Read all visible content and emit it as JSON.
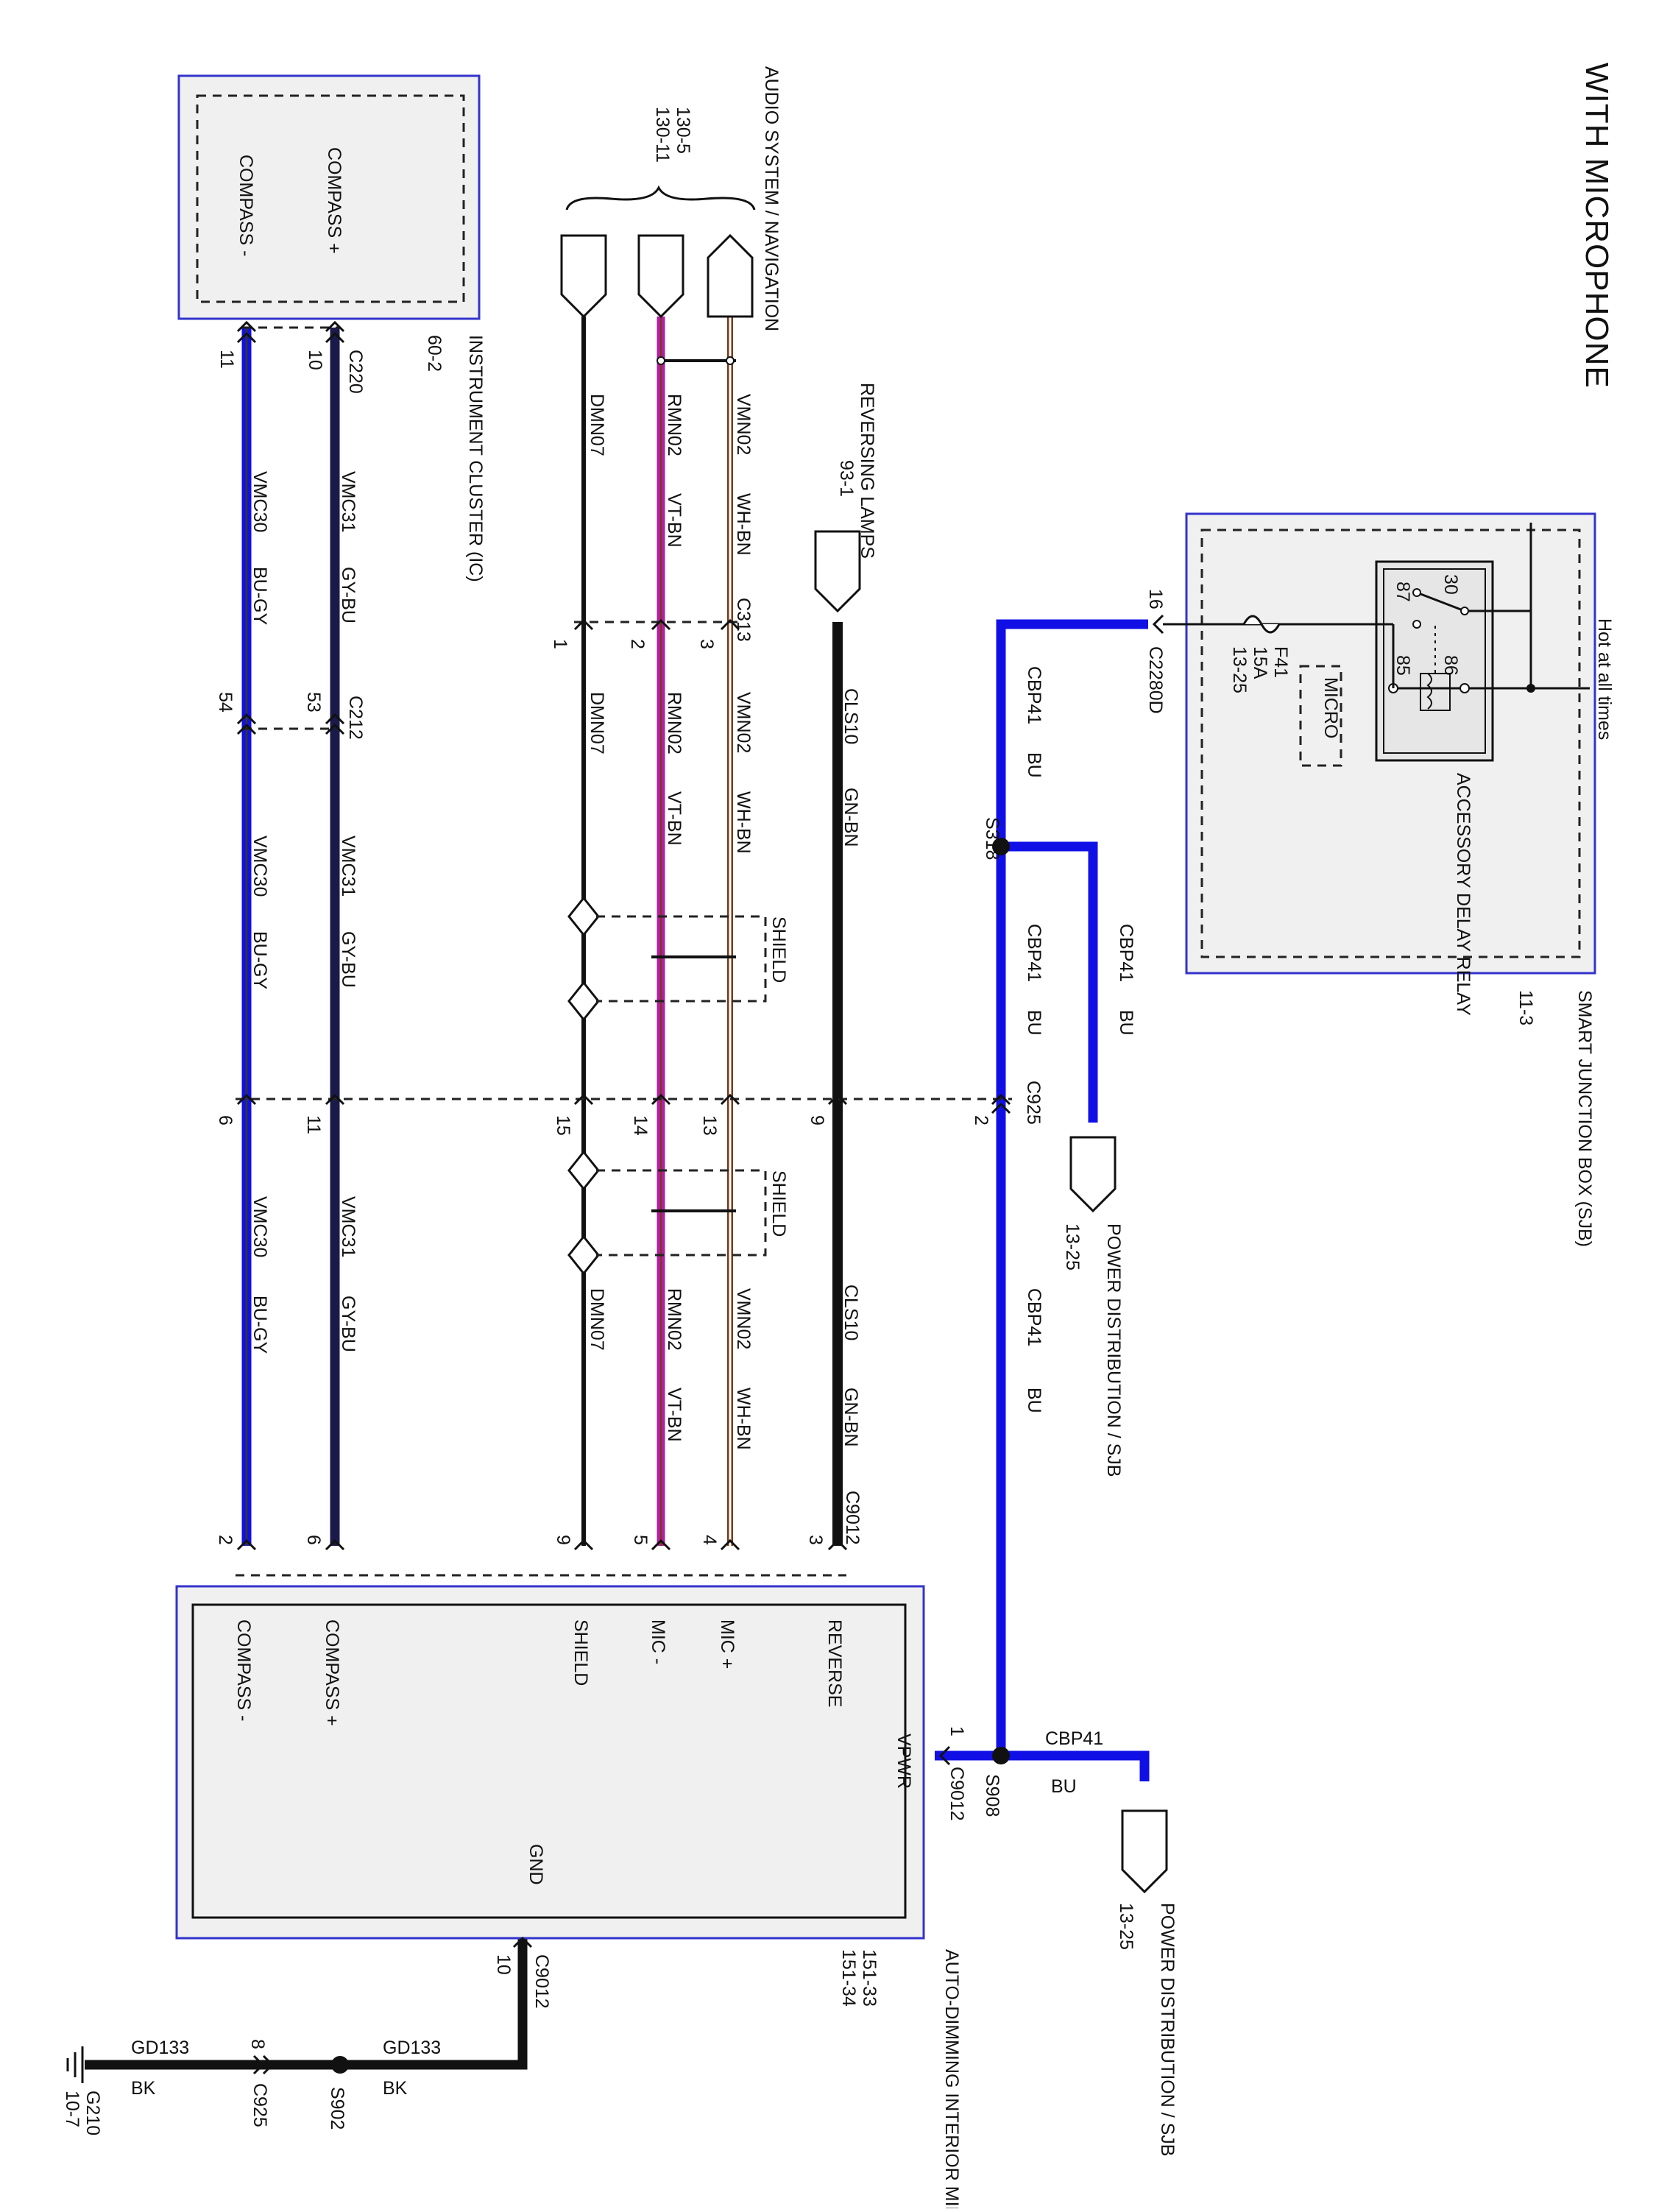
{
  "title": "WITH MICROPHONE",
  "colors": {
    "blue": "#1010e6",
    "black": "#111111",
    "violet": "#b0209f",
    "brown": "#7a3a1a",
    "box_border": "#3333cc",
    "box_fill": "#f0f0f0"
  },
  "components": {
    "sjb": {
      "name": "SMART JUNCTION BOX (SJB)",
      "ref": "11-3",
      "hot": "Hot at all times"
    },
    "relay": {
      "name": "ACCESSORY DELAY RELAY",
      "micro": "MICRO",
      "pins": [
        "30",
        "87",
        "85",
        "86"
      ]
    },
    "fuse": {
      "id": "F41",
      "amps": "15A",
      "ref": "13-25"
    },
    "reversing_lamps": {
      "name": "REVERSING LAMPS",
      "ref": "93-1"
    },
    "audio": {
      "name": "AUDIO SYSTEM / NAVIGATION",
      "refs": [
        "130-5",
        "130-11"
      ]
    },
    "cluster": {
      "name": "INSTRUMENT CLUSTER (IC)",
      "ref": "60-2",
      "pins": [
        "COMPASS +",
        "COMPASS -"
      ]
    },
    "mirror": {
      "name": "AUTO-DIMMING INTERIOR MIRROR UNIT",
      "refs": [
        "151-33",
        "151-34"
      ],
      "pins": [
        "REVERSE",
        "MIC +",
        "MIC -",
        "SHIELD",
        "COMPASS +",
        "COMPASS -",
        "VPWR",
        "GND"
      ]
    },
    "power_dist": {
      "name": "POWER DISTRIBUTION / SJB",
      "ref": "13-25"
    },
    "ground": {
      "id": "G210",
      "ref": "10-7"
    }
  },
  "connectors": [
    "C2280D",
    "C313",
    "C212",
    "C220",
    "C925",
    "C9012"
  ],
  "splices": [
    "S318",
    "S908",
    "S902"
  ],
  "shield_label": "SHIELD",
  "wires": {
    "cbp41": {
      "circuit": "CBP41",
      "color": "BU"
    },
    "cls10": {
      "circuit": "CLS10",
      "color": "GN-BN"
    },
    "vmn02": {
      "circuit": "VMN02",
      "color": "WH-BN"
    },
    "rmn02": {
      "circuit": "RMN02",
      "color": "VT-BN"
    },
    "dmn07": {
      "circuit": "DMN07"
    },
    "vmc31": {
      "circuit": "VMC31",
      "color": "GY-BU"
    },
    "vmc30": {
      "circuit": "VMC30",
      "color": "BU-GY"
    },
    "gd133": {
      "circuit": "GD133",
      "color": "BK"
    }
  },
  "pin_numbers": {
    "c2280d": "16",
    "c313": [
      "3",
      "2",
      "1"
    ],
    "c212": [
      "53",
      "54"
    ],
    "c220": [
      "10",
      "11"
    ],
    "c925": [
      "2",
      "9",
      "13",
      "14",
      "15",
      "11",
      "6",
      "8"
    ],
    "c9012": [
      "3",
      "4",
      "5",
      "9",
      "6",
      "2",
      "1",
      "10"
    ]
  }
}
